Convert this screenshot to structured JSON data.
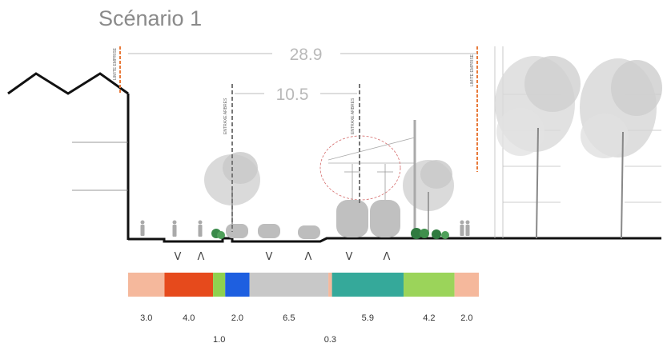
{
  "title": "Scénario 1",
  "dimensions": {
    "total": "28.9",
    "inner": "10.5"
  },
  "vertical_labels": {
    "emprise_left": "LIMITE EMPRISE",
    "emprise_right": "LIMITE EMPRISE",
    "arbres_left": "ENTRAXE ARBRES",
    "arbres_right": "ENTRAXE ARBRES"
  },
  "direction_arrows": [
    "V",
    "Λ",
    "V",
    "Λ",
    "V",
    "Λ"
  ],
  "segments": [
    {
      "width_label": "3.0",
      "width": 3.0,
      "color": "#f5b89c"
    },
    {
      "width_label": "4.0",
      "width": 4.0,
      "color": "#e64a1c"
    },
    {
      "width_label": "1.0",
      "width": 1.0,
      "color": "#8fd14f"
    },
    {
      "width_label": "2.0",
      "width": 2.0,
      "color": "#1e5fe0"
    },
    {
      "width_label": "6.5",
      "width": 6.5,
      "color": "#c8c8c8"
    },
    {
      "width_label": "0.3",
      "width": 0.3,
      "color": "#f5b89c"
    },
    {
      "width_label": "5.9",
      "width": 5.9,
      "color": "#35a99a"
    },
    {
      "width_label": "4.2",
      "width": 4.2,
      "color": "#9bd45a"
    },
    {
      "width_label": "2.0",
      "width": 2.0,
      "color": "#f5b89c"
    }
  ]
}
